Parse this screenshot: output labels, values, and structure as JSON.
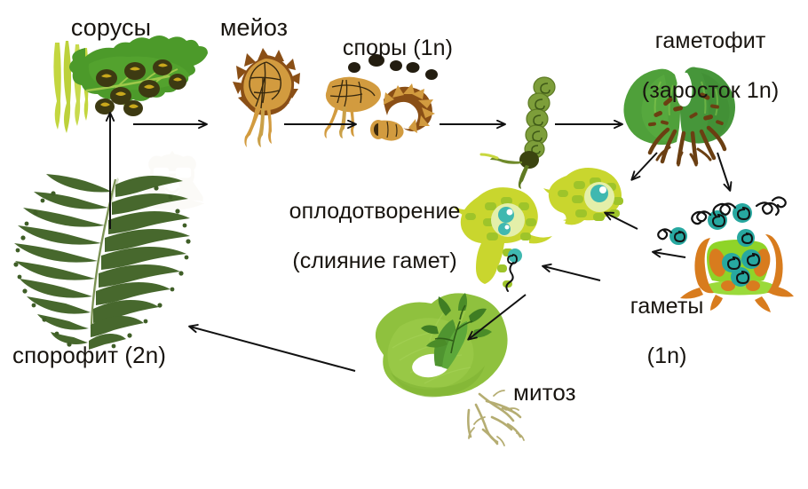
{
  "diagram": {
    "title": "Жизненный цикл папоротника",
    "background": "#ffffff",
    "labels": {
      "sori": "сорусы",
      "meiosis": "мейоз",
      "spores": "споры (1n)",
      "gametophyte_line1": "гаметофит",
      "gametophyte_line2": "(заросток 1n)",
      "fertilization_line1": "оплодотворение",
      "fertilization_line2": "(слияние гамет)",
      "gametes_line1": "гаметы",
      "gametes_line2": "(1n)",
      "mitosis": "митоз",
      "sporophyte": "спорофит (2n)"
    },
    "stages": [
      {
        "name": "sori-leaf",
        "label": "сорусы",
        "ploidy": "2n"
      },
      {
        "name": "sporangium",
        "label": "мейоз",
        "ploidy": "2n"
      },
      {
        "name": "open-sporangium",
        "label": "споры (1n)",
        "ploidy": "1n"
      },
      {
        "name": "germinating-spore",
        "label": "",
        "ploidy": "1n"
      },
      {
        "name": "prothallus",
        "label": "гаметофит (заросток 1n)",
        "ploidy": "1n"
      },
      {
        "name": "antheridium",
        "label": "гаметы (1n)",
        "ploidy": "1n"
      },
      {
        "name": "archegonium",
        "label": "оплодотворение (слияние гамет)",
        "ploidy": "1n"
      },
      {
        "name": "young-sporophyte",
        "label": "митоз",
        "ploidy": "2n"
      },
      {
        "name": "fern-frond",
        "label": "спорофит (2n)",
        "ploidy": "2n"
      }
    ],
    "colors": {
      "text": "#18140f",
      "arrow": "#111111",
      "leaf_green": "#4c9a2a",
      "leaf_dark_green": "#3f7d23",
      "sorus_dark": "#3d3a12",
      "sorus_yellow": "#c9a81c",
      "stem_yellow_green": "#c3d63f",
      "sporangium_tan": "#d29b3f",
      "sporangium_brown": "#8a4f16",
      "spore_black": "#231d10",
      "prothallus_green": "#4fa03a",
      "rhizoid_brown": "#6b3f12",
      "gamete_teal": "#27a8a0",
      "cell_yellow_green": "#c9d62e",
      "antheridium_orange": "#d87c1e",
      "young_sporo_green": "#8fc13e",
      "frond_green": "#47682d",
      "watermark": "#f3ece2"
    },
    "watermark": {
      "name": "bear-with-glasses-logo"
    }
  }
}
